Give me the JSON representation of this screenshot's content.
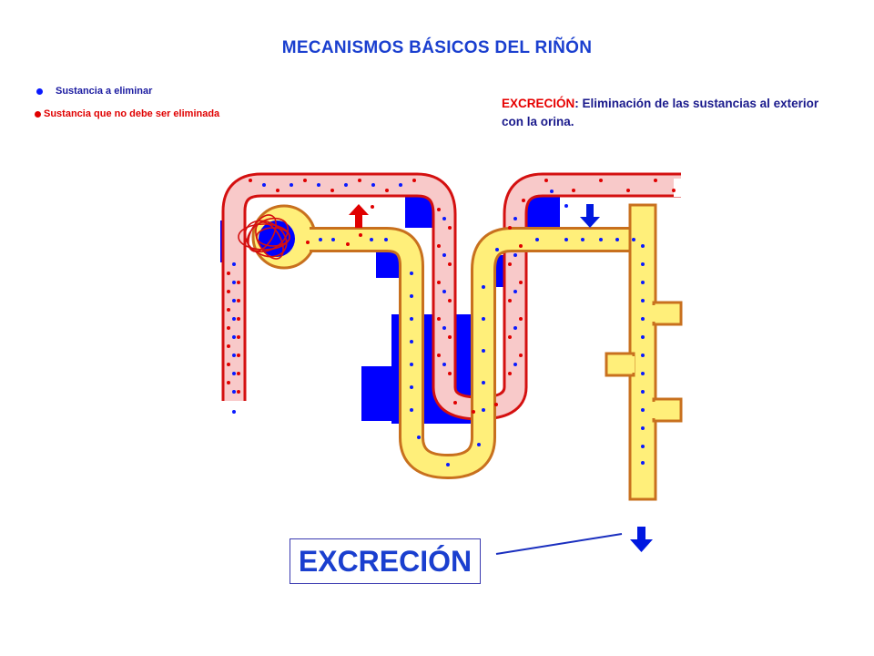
{
  "title": "MECANISMOS BÁSICOS DEL RIÑÓN",
  "legend": {
    "items": [
      {
        "label": "Sustancia a eliminar",
        "color": "#0a1aff"
      },
      {
        "label": "Sustancia que no debe ser eliminada",
        "color": "#e00000"
      }
    ]
  },
  "definition": {
    "term": "EXCRECIÓN",
    "text": ": Eliminación de las sustancias al exterior con la orina."
  },
  "main_label": "EXCRECIÓN",
  "colors": {
    "title_blue": "#1a3fcf",
    "tubule_yellow": "#ffef7a",
    "tubule_border": "#c8701e",
    "capillary_pink": "#f8c9c9",
    "capillary_border": "#d41010",
    "interstitium_blue": "#0000ff",
    "arrow_red": "#e00000",
    "arrow_blue": "#0018e0"
  }
}
